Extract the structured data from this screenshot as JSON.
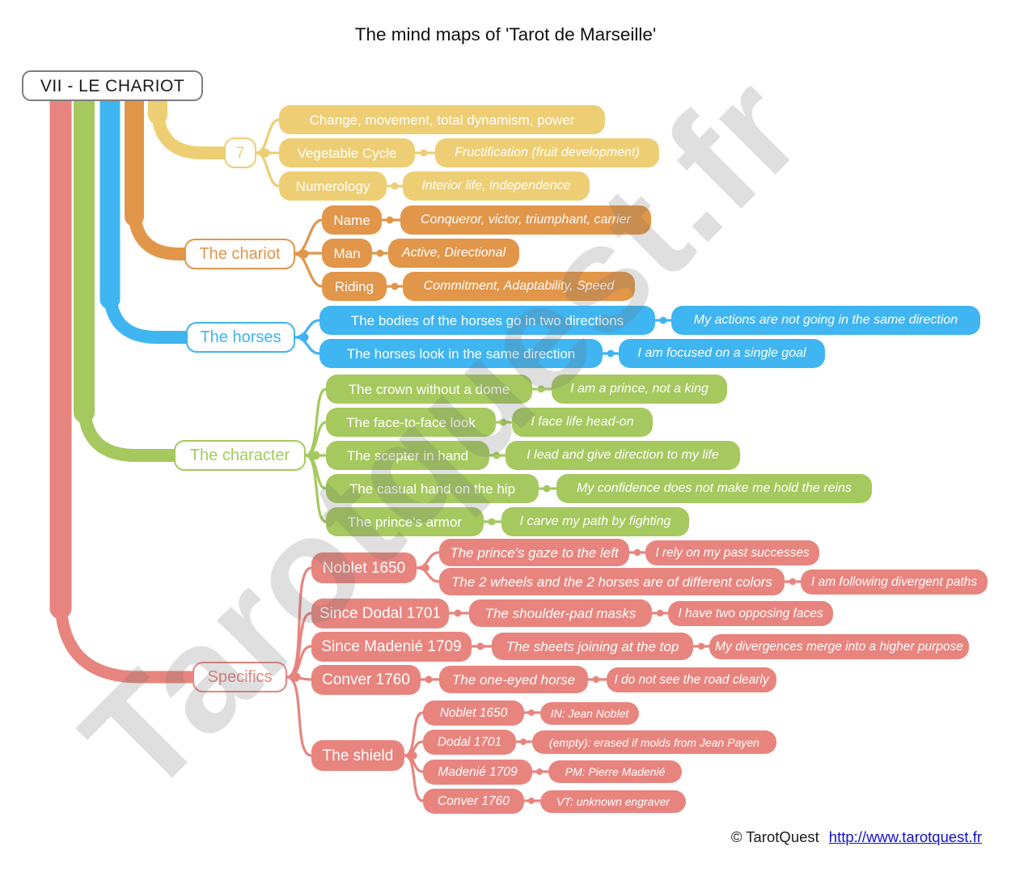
{
  "title": "The mind maps of 'Tarot de Marseille'",
  "watermark": "Tarotquest.fr",
  "root_label": "VII - LE CHARIOT",
  "colors": {
    "yellow": "#EDCE74",
    "orange": "#E2964A",
    "blue": "#3FB5F2",
    "green": "#A5C95F",
    "red": "#E8847E",
    "root_border": "#7D7D7D",
    "link_blue": "#1212CC"
  },
  "branches": {
    "seven": {
      "label": "7",
      "items": [
        {
          "label": "Change, movement, total dynamism, power",
          "meaning": ""
        },
        {
          "label": "Vegetable Cycle",
          "meaning": "Fructification (fruit development)"
        },
        {
          "label": "Numerology",
          "meaning": "Interior life, independence"
        }
      ]
    },
    "chariot": {
      "label": "The chariot",
      "items": [
        {
          "label": "Name",
          "meaning": "Conqueror, victor, triumphant, carrier"
        },
        {
          "label": "Man",
          "meaning": "Active, Directional"
        },
        {
          "label": "Riding",
          "meaning": "Commitment, Adaptability, Speed"
        }
      ]
    },
    "horses": {
      "label": "The horses",
      "items": [
        {
          "label": "The bodies of the horses go in two directions",
          "meaning": "My actions are not going in the same direction"
        },
        {
          "label": "The horses look in the same direction",
          "meaning": "I am focused on a single goal"
        }
      ]
    },
    "character": {
      "label": "The character",
      "items": [
        {
          "label": "The crown without a dome",
          "meaning": "I am a prince, not a king"
        },
        {
          "label": "The face-to-face look",
          "meaning": "I face life head-on"
        },
        {
          "label": "The scepter in hand",
          "meaning": "I lead and give direction to my life"
        },
        {
          "label": "The casual hand on the hip",
          "meaning": "My confidence does not make me hold the reins"
        },
        {
          "label": "The prince's armor",
          "meaning": "I carve my path by fighting"
        }
      ]
    },
    "specifics": {
      "label": "Specifics",
      "noblet": {
        "label": "Noblet 1650",
        "items": [
          {
            "label": "The prince's gaze to the left",
            "meaning": "I rely on my past successes"
          },
          {
            "label": "The 2 wheels and the 2 horses are of different colors",
            "meaning": "I am following divergent paths"
          }
        ]
      },
      "dodal": {
        "label": "Since Dodal 1701",
        "detail": "The shoulder-pad masks",
        "meaning": "I have two opposing faces"
      },
      "madenie": {
        "label": "Since Madenié 1709",
        "detail": "The sheets joining at the top",
        "meaning": "My divergences merge into a higher purpose"
      },
      "conver": {
        "label": "Conver 1760",
        "detail": "The one-eyed horse",
        "meaning": "I do not see the road clearly"
      },
      "shield": {
        "label": "The shield",
        "items": [
          {
            "label": "Noblet 1650",
            "meaning": "IN: Jean Noblet"
          },
          {
            "label": "Dodal 1701",
            "meaning": "(empty): erased if molds from Jean Payen"
          },
          {
            "label": "Madenié 1709",
            "meaning": "PM: Pierre Madenié"
          },
          {
            "label": "Conver 1760",
            "meaning": "VT: unknown engraver"
          }
        ]
      }
    }
  },
  "footer": {
    "copyright": "© TarotQuest",
    "link_text": "http://www.tarotquest.fr"
  }
}
